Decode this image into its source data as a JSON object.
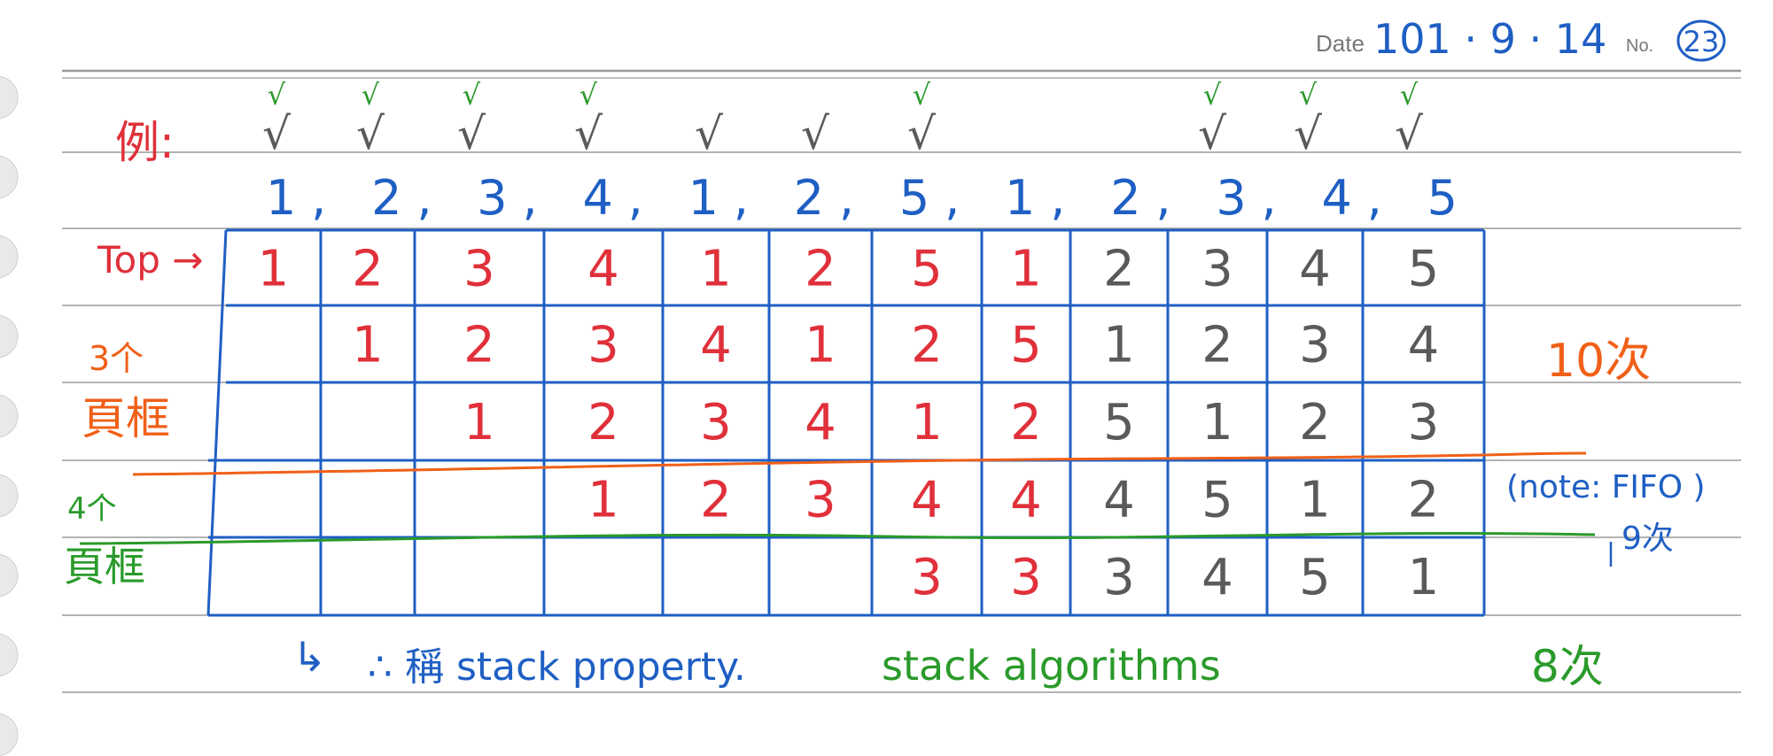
{
  "header": {
    "date_label": "Date",
    "date_value": "101 · 9 · 14",
    "no_label": "No.",
    "no_value": "23"
  },
  "example_label": "例:",
  "reference_string": [
    "1",
    "2",
    "3",
    "4",
    "1",
    "2",
    "5",
    "1",
    "2",
    "3",
    "4",
    "5"
  ],
  "reference_display": "1, 2, 3, 4, 1, 2, 5, 1, 2, 3, 4, 5",
  "row_labels": {
    "top": "Top →",
    "three_frames_line1": "3个",
    "three_frames_line2": "頁框",
    "four_frames_line1": "4个",
    "four_frames_line2": "頁框"
  },
  "stack_rows": [
    [
      "1",
      "2",
      "3",
      "4",
      "1",
      "2",
      "5",
      "1",
      "2",
      "3",
      "4",
      "5"
    ],
    [
      "",
      "1",
      "2",
      "3",
      "4",
      "1",
      "2",
      "5",
      "1",
      "2",
      "3",
      "4"
    ],
    [
      "",
      "",
      "1",
      "2",
      "3",
      "4",
      "1",
      "2",
      "5",
      "1",
      "2",
      "3"
    ],
    [
      "",
      "",
      "",
      "1",
      "2",
      "3",
      "4",
      "4",
      "4",
      "5",
      "1",
      "2"
    ],
    [
      "",
      "",
      "",
      "",
      "",
      "",
      "3",
      "3",
      "3",
      "4",
      "5",
      "1"
    ]
  ],
  "fault_marks": {
    "three_frames": [
      "√",
      "√",
      "√",
      "√",
      "√",
      "√",
      "√",
      "",
      "",
      "√",
      "√",
      "√"
    ],
    "four_frames": [
      "√",
      "√",
      "√",
      "√",
      "",
      "",
      "√",
      "",
      "",
      "√",
      "√",
      "√"
    ]
  },
  "side_notes": {
    "three_frames_count": "10次",
    "note": "(note: FIFO )",
    "fifo_count": "9次",
    "four_frames_count": "8次"
  },
  "footer": {
    "arrow": "↳",
    "text_blue": "∴ 稱 stack property.",
    "text_green": "stack algorithms"
  },
  "colors": {
    "blue": "#1f5fc4",
    "red": "#e0303a",
    "green": "#2a9a2a",
    "orange": "#f06018",
    "grey": "#5a5a5a",
    "ruling": "#9a9a9a"
  }
}
